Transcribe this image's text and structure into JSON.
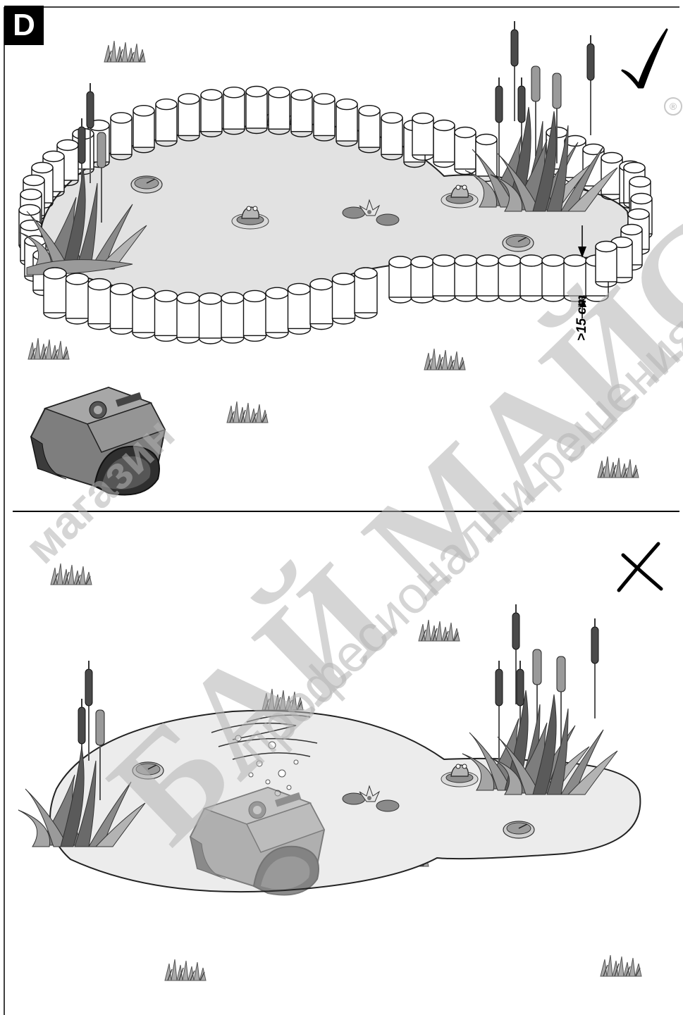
{
  "figure": {
    "label": "D",
    "dimension_label": ">15 cm"
  },
  "watermark": {
    "line1": "магазин",
    "line2": "БАЙ МАЙСТОРА",
    "line3": "професионални решения",
    "registered": "®"
  },
  "panels": [
    {
      "id": "correct",
      "icon": "checkmark-icon"
    },
    {
      "id": "wrong",
      "icon": "cross-icon"
    }
  ],
  "colors": {
    "water": "#e3e3e3",
    "water_shallow": "#f0f0f0",
    "mower_body": "#8c8c8c",
    "mower_dark": "#3a3a3a",
    "reeds": "#6f6f6f",
    "cattail": "#4a4a4a"
  }
}
